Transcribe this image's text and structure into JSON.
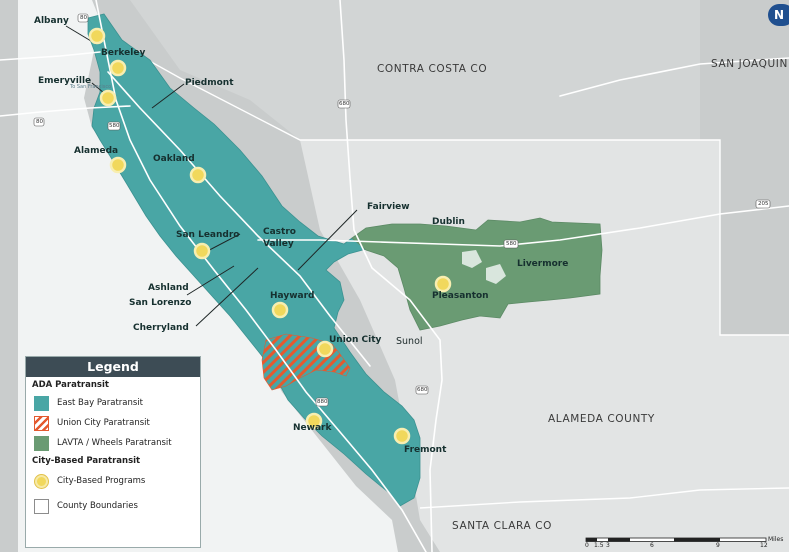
{
  "counties": {
    "contra_costa": "CONTRA COSTA CO",
    "san_joaquin": "SAN JOAQUIN",
    "alameda": "ALAMEDA COUNTY",
    "santa_clara": "SANTA CLARA CO"
  },
  "places": {
    "albany": "Albany",
    "berkeley": "Berkeley",
    "emeryville": "Emeryville",
    "piedmont": "Piedmont",
    "alameda": "Alameda",
    "oakland": "Oakland",
    "san_leandro": "San Leandro",
    "castro_valley_1": "Castro",
    "castro_valley_2": "Valley",
    "fairview": "Fairview",
    "dublin": "Dublin",
    "livermore": "Livermore",
    "pleasanton": "Pleasanton",
    "ashland": "Ashland",
    "san_lorenzo": "San Lorenzo",
    "cherryland": "Cherryland",
    "hayward": "Hayward",
    "union_city": "Union City",
    "sunol": "Sunol",
    "newark": "Newark",
    "fremont": "Fremont"
  },
  "highways": {
    "i80_top": "80",
    "i80_left": "80",
    "i580_left": "580",
    "i680_north": "680",
    "i580_east": "580",
    "i205": "205",
    "i680_south": "680",
    "i880": "880"
  },
  "small_text": {
    "to_sf": "To San Francisco"
  },
  "legend": {
    "title": "Legend",
    "section_ada": "ADA Paratransit",
    "east_bay": "East Bay Paratransit",
    "union_city": "Union City Paratransit",
    "lavta": "LAVTA / Wheels Paratransit",
    "section_city": "City-Based Paratransit",
    "city_programs": "City-Based Programs",
    "county_boundaries": "County Boundaries"
  },
  "scale": {
    "unit": "Miles",
    "ticks": [
      "0",
      "1.5",
      "3",
      "6",
      "9",
      "12"
    ]
  },
  "north_badge": "N",
  "colors": {
    "east_bay": "#49a6a5",
    "union_city": "#e45a2f",
    "lavta": "#6a9b73",
    "city_marker": "#f1d85c",
    "bay_water": "#f4f6f6",
    "land": "#c9cccc"
  }
}
